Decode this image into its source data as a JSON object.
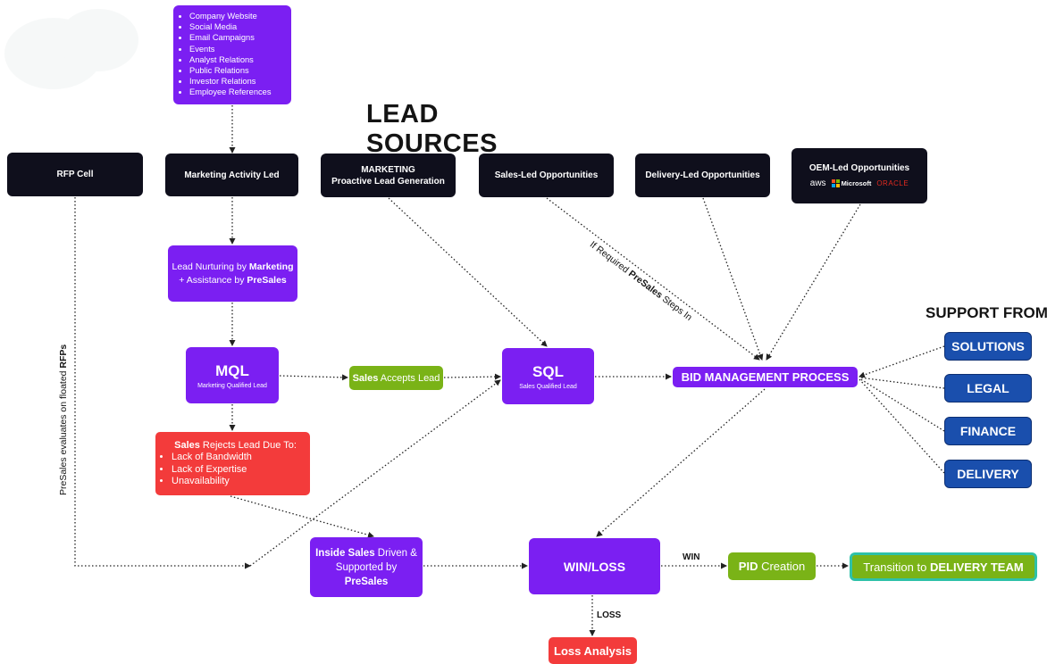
{
  "title": "LEAD SOURCES",
  "support_title": "SUPPORT FROM",
  "marketing_channels": [
    "Company Website",
    "Social Media",
    "Email Campaigns",
    "Events",
    "Analyst Relations",
    "Public Relations",
    "Investor Relations",
    "Employee References"
  ],
  "sources": {
    "rfp_cell": "RFP Cell",
    "marketing_activity_led": "Marketing Activity Led",
    "marketing_proactive_line1": "MARKETING",
    "marketing_proactive_line2": "Proactive Lead Generation",
    "sales_led": "Sales-Led Opportunities",
    "delivery_led": "Delivery-Led Opportunities",
    "oem_led": "OEM-Led Opportunities",
    "oem_logos": {
      "aws": "aws",
      "microsoft": "Microsoft",
      "oracle": "ORACLE"
    }
  },
  "nurture": {
    "line1_prefix": "Lead Nurturing by ",
    "line1_bold": "Marketing",
    "line2_prefix": "+ Assistance by ",
    "line2_bold": "PreSales"
  },
  "mql": {
    "label": "MQL",
    "sub": "Marketing Qualified Lead"
  },
  "accepts": {
    "bold": "Sales",
    "rest": " Accepts Lead"
  },
  "sql": {
    "label": "SQL",
    "sub": "Sales Qualified Lead"
  },
  "bid": "BID MANAGEMENT PROCESS",
  "rejects": {
    "bold": "Sales",
    "rest": " Rejects Lead Due To:",
    "reasons": [
      "Lack of Bandwidth",
      "Lack of Expertise",
      "Unavailability"
    ]
  },
  "inside_sales": {
    "bold1": "Inside Sales",
    "rest1": " Driven &",
    "line2": "Supported by",
    "bold3": "PreSales"
  },
  "winloss": "WIN/LOSS",
  "win_label": "WIN",
  "loss_label": "LOSS",
  "pid": {
    "bold": "PID",
    "rest": " Creation"
  },
  "transition": {
    "prefix": "Transition to ",
    "bold": "DELIVERY TEAM"
  },
  "loss_analysis": "Loss Analysis",
  "support": [
    "SOLUTIONS",
    "LEGAL",
    "FINANCE",
    "DELIVERY"
  ],
  "rfp_side_label": {
    "prefix": "PreSales evaluates on floated ",
    "bold": "RFPs"
  },
  "presales_step_label": {
    "prefix": "If Required ",
    "bold": "PreSales",
    "suffix": " Steps In"
  },
  "colors": {
    "dark": "#0f0f1c",
    "purple": "#7b1ff2",
    "blue": "#1a4fad",
    "green": "#7ab317",
    "red": "#f33b3b",
    "teal_border": "#2ec1a8"
  }
}
